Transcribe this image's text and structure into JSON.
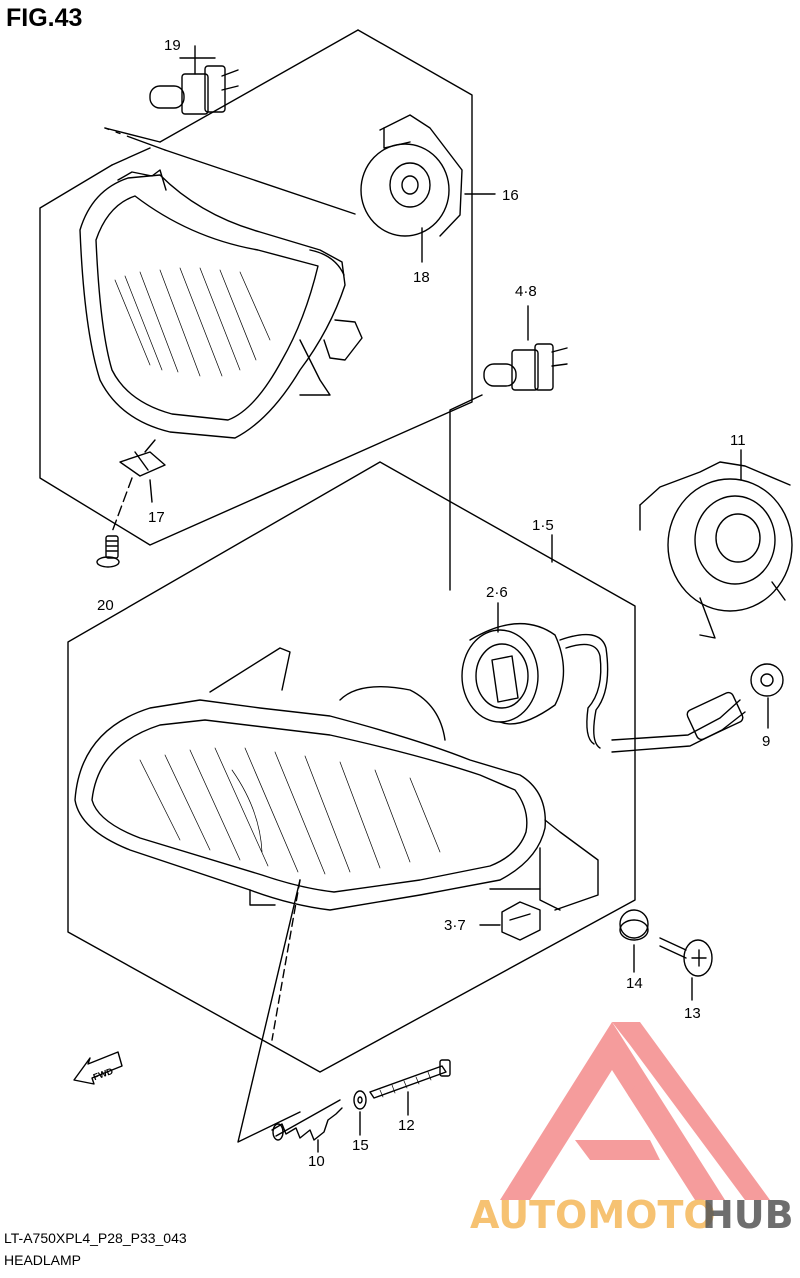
{
  "figure": {
    "title": "FIG.43"
  },
  "footer": {
    "code": "LT-A750XPL4_P28_P33_043",
    "name": "HEADLAMP"
  },
  "fwd_label": "FWD",
  "callouts": {
    "c19": "19",
    "c16": "16",
    "c18": "18",
    "c48": "4·8",
    "c11": "11",
    "c17": "17",
    "c20": "20",
    "c15r": "1·5",
    "c26": "2·6",
    "c9": "9",
    "c37": "3·7",
    "c14": "14",
    "c13": "13",
    "c12": "12",
    "c10": "10",
    "c15": "15"
  },
  "watermark": {
    "part1": "AUTOMOTO",
    "part2": "HUB"
  },
  "colors": {
    "line": "#000000",
    "watermark_red": "#ee4c4c",
    "watermark_orange": "#f5b85a",
    "watermark_dark": "#555555"
  }
}
